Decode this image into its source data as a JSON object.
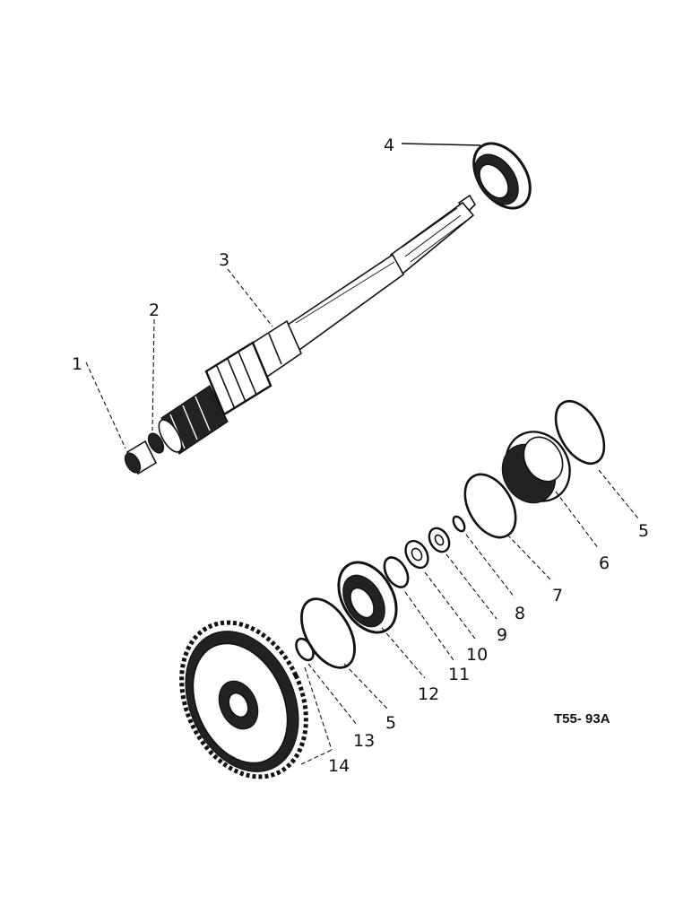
{
  "diagram": {
    "reference_code": "T55- 93A",
    "callouts": [
      {
        "id": "c1",
        "label": "1"
      },
      {
        "id": "c2",
        "label": "2"
      },
      {
        "id": "c3",
        "label": "3"
      },
      {
        "id": "c4",
        "label": "4"
      },
      {
        "id": "c5a",
        "label": "5"
      },
      {
        "id": "c6",
        "label": "6"
      },
      {
        "id": "c7",
        "label": "7"
      },
      {
        "id": "c8",
        "label": "8"
      },
      {
        "id": "c9",
        "label": "9"
      },
      {
        "id": "c10",
        "label": "10"
      },
      {
        "id": "c11",
        "label": "11"
      },
      {
        "id": "c12",
        "label": "12"
      },
      {
        "id": "c5b",
        "label": "5"
      },
      {
        "id": "c13",
        "label": "13"
      },
      {
        "id": "c14",
        "label": "14"
      }
    ]
  }
}
